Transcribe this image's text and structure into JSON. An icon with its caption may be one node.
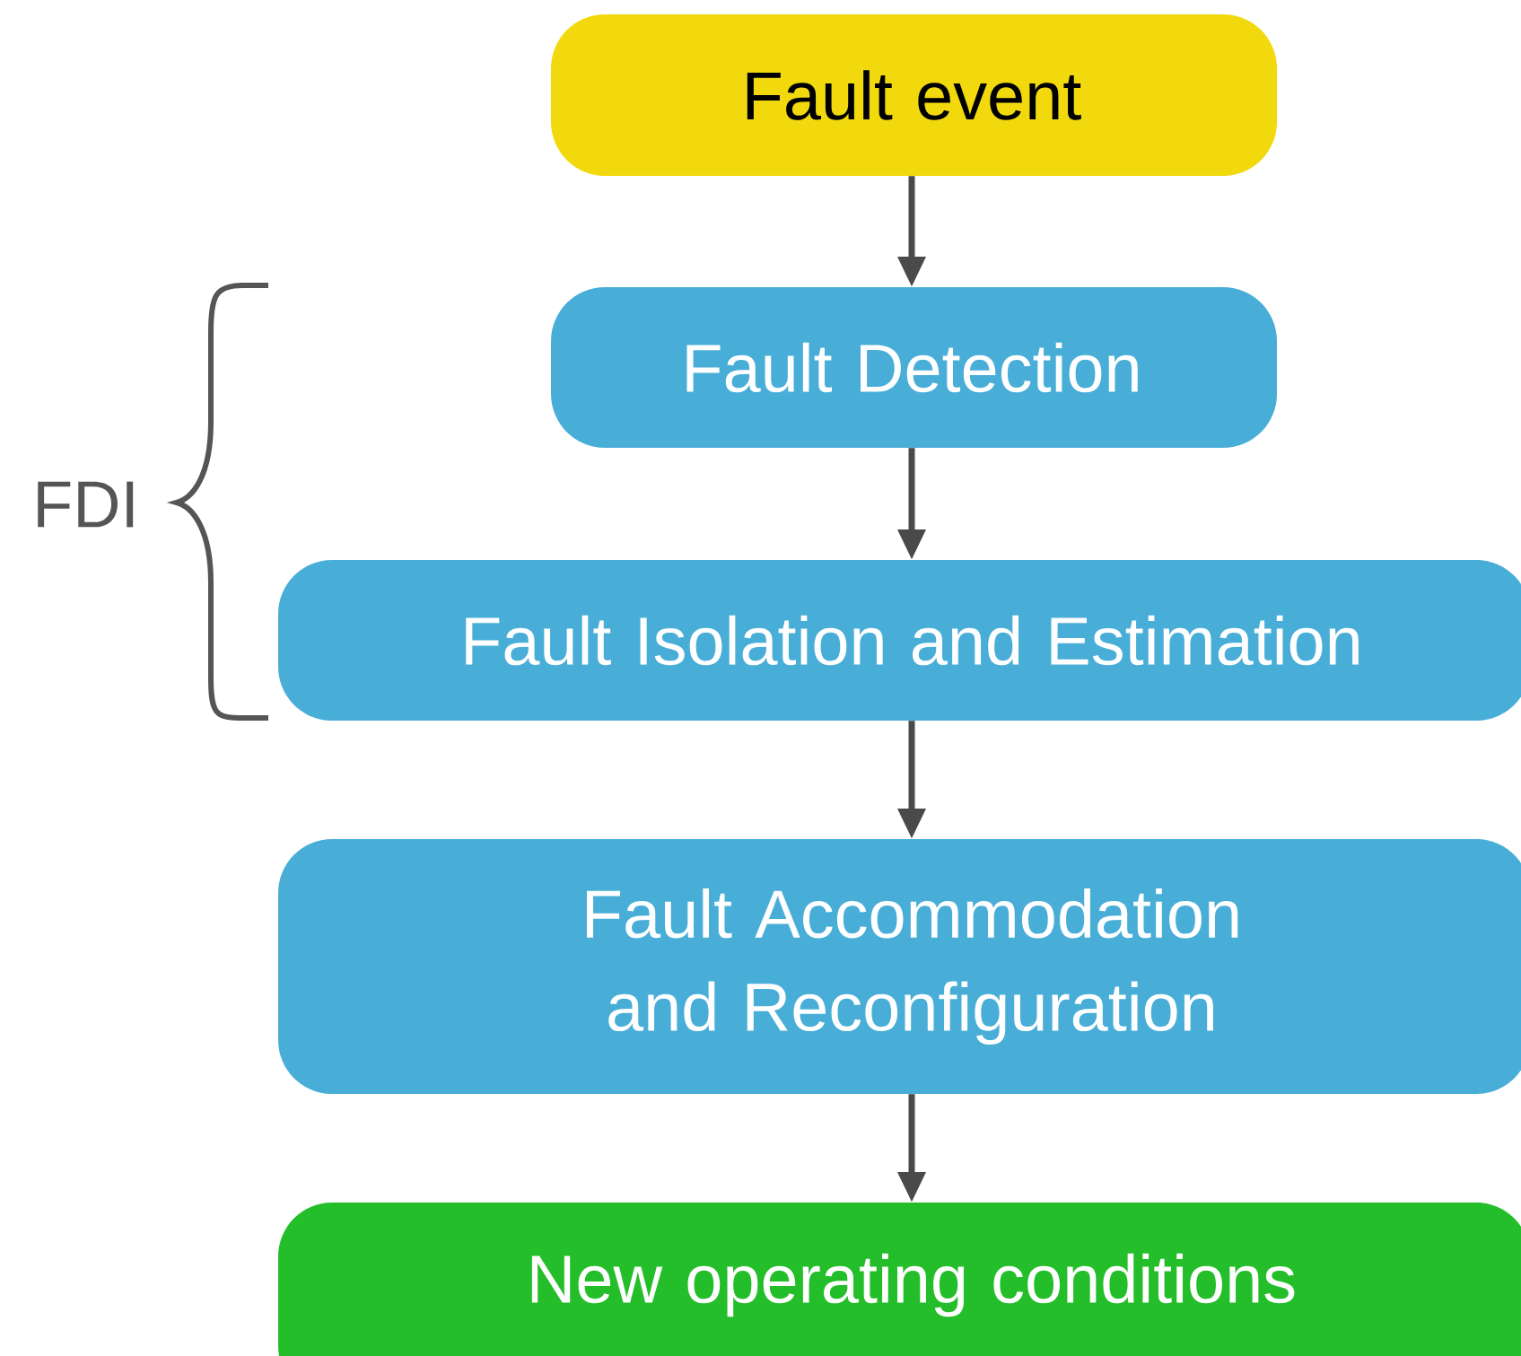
{
  "diagram": {
    "nodes": [
      {
        "text": [
          "Fault event"
        ]
      },
      {
        "text": [
          "Fault Detection"
        ]
      },
      {
        "text": [
          "Fault Isolation and Estimation"
        ]
      },
      {
        "text": [
          "Fault Accommodation and Reconfiguration"
        ]
      },
      {
        "text": [
          "New operating conditions"
        ]
      }
    ],
    "edges": [
      {
        "from": 0,
        "to": 1,
        "arrow": "to"
      },
      {
        "from": 1,
        "to": 2,
        "arrow": "to"
      },
      {
        "from": 2,
        "to": 3,
        "arrow": "to"
      },
      {
        "from": 3,
        "to": 4,
        "arrow": "to"
      }
    ],
    "labels": [
      "FDI"
    ]
  }
}
